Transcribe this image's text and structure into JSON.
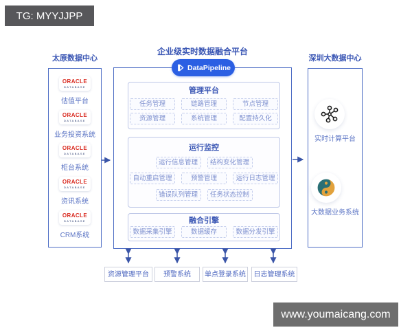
{
  "watermark_top": "TG: MYYJJPP",
  "watermark_bottom": "www.youmaicang.com",
  "diagram": {
    "title": "企业级实时数据融合平台",
    "brand": "DataPipeline",
    "left": {
      "title": "太原数据中心",
      "systems": [
        {
          "logo": "ORACLE",
          "logo_sub": "DATABASE",
          "label": "估值平台"
        },
        {
          "logo": "ORACLE",
          "logo_sub": "DATABASE",
          "label": "业务投资系统"
        },
        {
          "logo": "ORACLE",
          "logo_sub": "DATABASE",
          "label": "柜台系统"
        },
        {
          "logo": "ORACLE",
          "logo_sub": "DATABASE",
          "label": "资讯系统"
        },
        {
          "logo": "ORACLE",
          "logo_sub": "DATABASE",
          "label": "CRM系统"
        }
      ]
    },
    "center": {
      "sections": [
        {
          "title": "管理平台",
          "rows": [
            [
              "任务管理",
              "链路管理",
              "节点管理"
            ],
            [
              "资源管理",
              "系统管理",
              "配置持久化"
            ]
          ]
        },
        {
          "title": "运行监控",
          "rows": [
            [
              "运行信息管理",
              "结构变化管理"
            ],
            [
              "自动重启管理",
              "预警管理",
              "运行日志管理"
            ],
            [
              "错误队列管理",
              "任务状态控制"
            ]
          ]
        },
        {
          "title": "融合引擎",
          "rows": [
            [
              "数据采集引擎",
              "数据缓存",
              "数据分发引擎"
            ]
          ]
        }
      ]
    },
    "right": {
      "title": "深圳大数据中心",
      "systems": [
        {
          "icon": "cluster-icon",
          "label": "实时计算平台"
        },
        {
          "icon": "taiji-icon",
          "label": "大数据业务系统"
        }
      ]
    },
    "bottom_systems": [
      "资源管理平台",
      "预警系统",
      "单点登录系统",
      "日志管理系统"
    ]
  },
  "colors": {
    "brand_blue": "#2b5fe3",
    "title_blue": "#3a56b4",
    "item_text_blue": "#7e90cf",
    "box_border_blue": "#4c6cc4",
    "arrow_blue": "#3a55a8",
    "oracle_red": "#d92b21",
    "taiji_teal": "#2a6f75",
    "taiji_orange": "#e2a23c",
    "watermark_gray": "#6e6e6e"
  }
}
